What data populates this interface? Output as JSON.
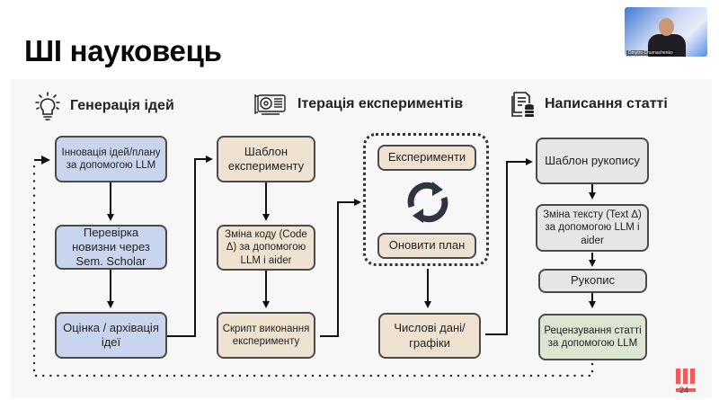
{
  "slide": {
    "title": "ШІ науковець",
    "page_number": "24"
  },
  "webcam": {
    "presenter_name": "Dmytro Chumachenko"
  },
  "sections": [
    {
      "label": "Генерація ідей",
      "icon": "lightbulb-icon"
    },
    {
      "label": "Ітерація експериментів",
      "icon": "gpu-card-icon"
    },
    {
      "label": "Написання статті",
      "icon": "document-database-icon"
    }
  ],
  "ideas": {
    "innovation": "Інновація ідей/плану за допомогою LLM",
    "novelty_check": "Перевірка новизни через Sem. Scholar",
    "evaluation": "Оцінка / архівація ідеї"
  },
  "experiments": {
    "template": "Шаблон експерименту",
    "code_change": "Зміна коду (Code Δ) за допомогою LLM і aider",
    "run_script": "Скрипт виконання експерименту",
    "loop_experiments": "Експерименти",
    "loop_update": "Оновити план",
    "results": "Числові дані/графіки"
  },
  "writing": {
    "template": "Шаблон рукопису",
    "text_change": "Зміна тексту (Text Δ) за допомогою LLM і aider",
    "manuscript": "Рукопис",
    "review": "Рецензування статті за допомогою LLM"
  },
  "colors": {
    "ideas_fill": "#c9d4ee",
    "experiments_fill": "#f0e2d1",
    "writing_fill": "#e6e6e6",
    "review_fill": "#dde6d3",
    "logo_red": "#f05a5a"
  }
}
